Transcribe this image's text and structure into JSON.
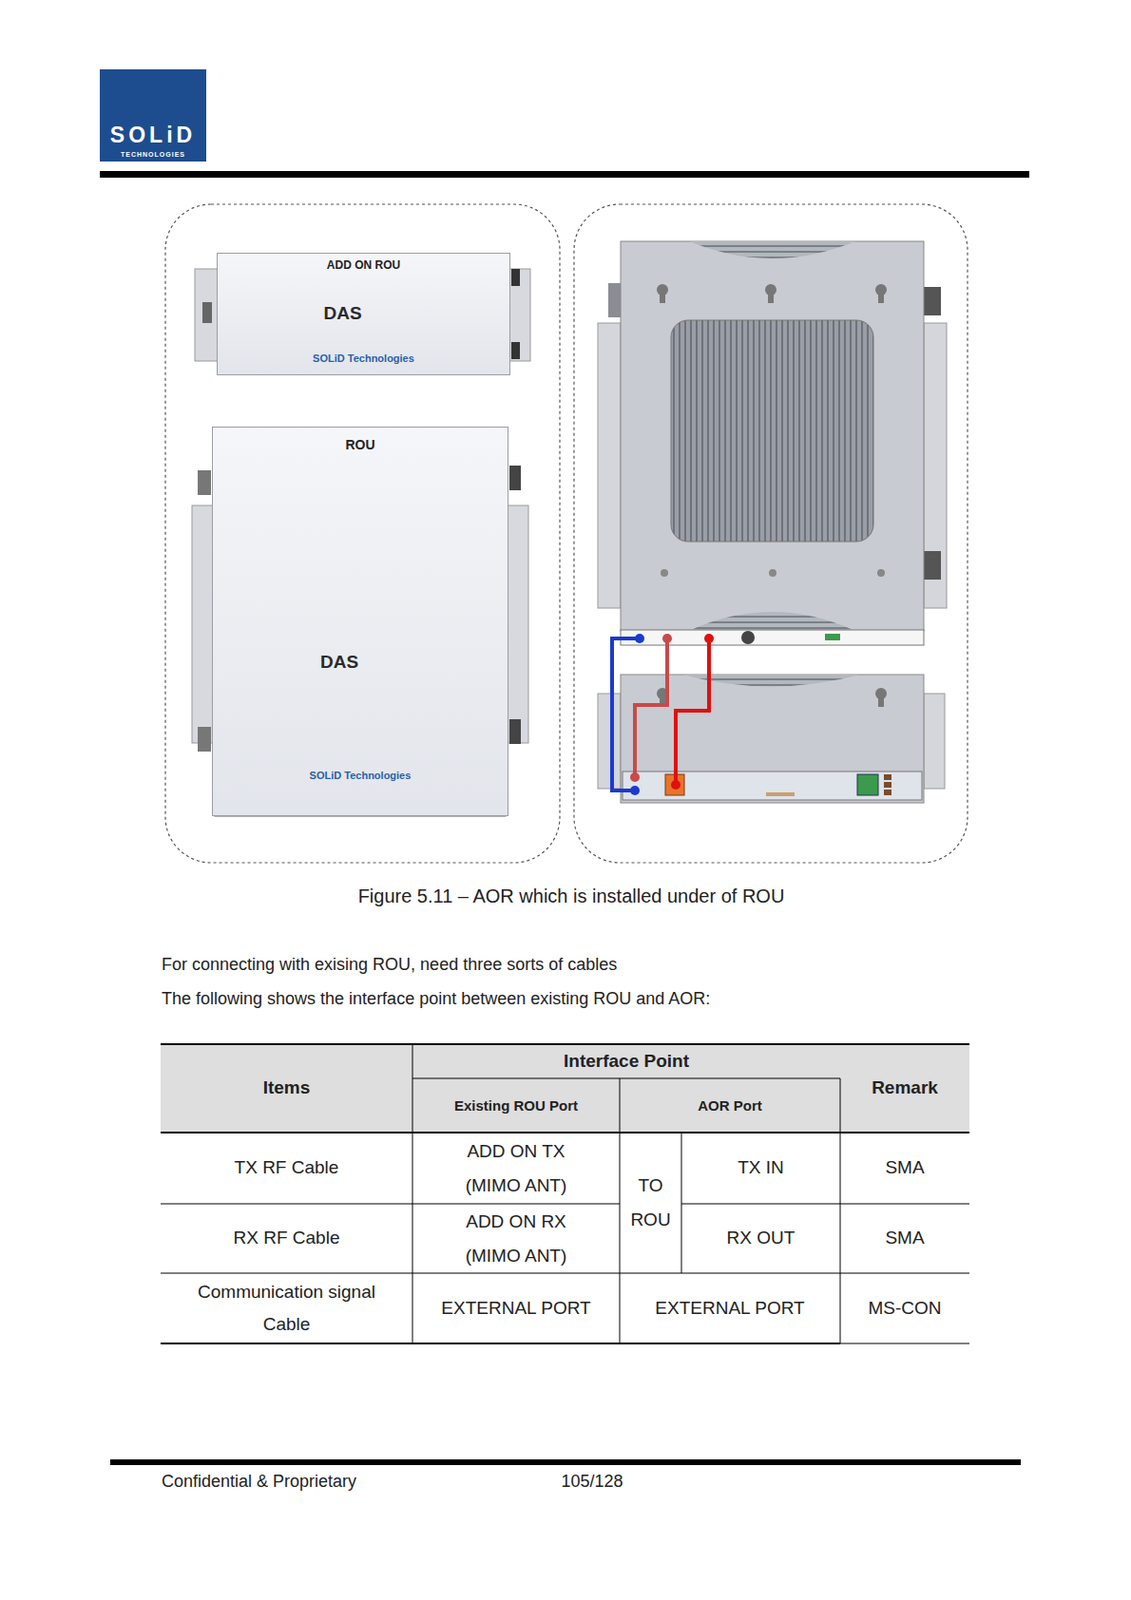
{
  "diagram": {
    "caption": "Figure 5.11 – AOR which is installed under of ROU",
    "nodes": [
      {
        "text": [
          "ADD ON ROU",
          "DAS",
          "SOLiD Technologies"
        ]
      },
      {
        "text": [
          "ROU",
          "DAS",
          "SOLiD Technologies"
        ]
      }
    ],
    "labels": [
      "SOLiD",
      "TECHNOLOGIES",
      "For connecting with exising ROU, need three sorts of cables",
      "The following shows the interface point between existing ROU and AOR:",
      "Items",
      "Interface Point",
      "Existing ROU Port",
      "AOR Port",
      "Remark",
      "TX RF Cable",
      "ADD ON TX (MIMO ANT)",
      "TO ROU",
      "TX IN",
      "SMA",
      "RX RF Cable",
      "ADD ON RX (MIMO ANT)",
      "RX OUT",
      "SMA",
      "Communication signal Cable",
      "EXTERNAL PORT",
      "EXTERNAL PORT",
      "MS-CON",
      "Confidential & Proprietary",
      "105/128"
    ]
  }
}
